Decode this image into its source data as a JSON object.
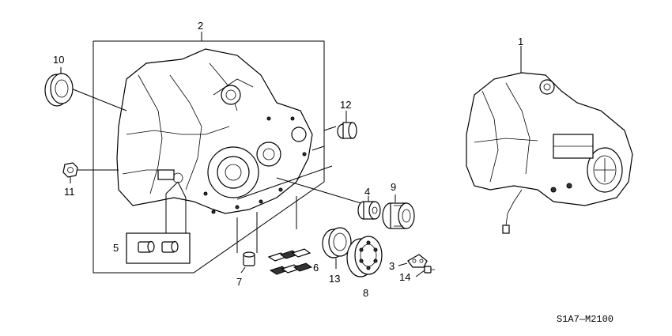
{
  "callouts": {
    "c1": "1",
    "c2": "2",
    "c3": "3",
    "c4": "4",
    "c5": "5",
    "c6": "6",
    "c7": "7",
    "c8": "8",
    "c9": "9",
    "c10": "10",
    "c11": "11",
    "c12": "12",
    "c13": "13",
    "c14": "14"
  },
  "diagram_code": "S1A7—M2100"
}
